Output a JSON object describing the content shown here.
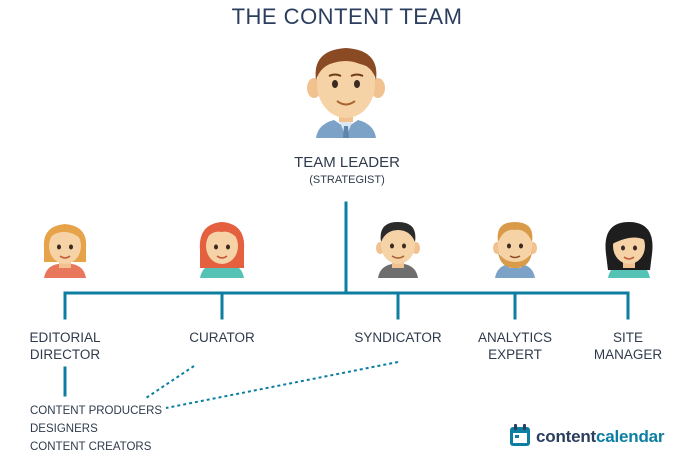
{
  "title": "THE CONTENT TEAM",
  "leader": {
    "label": "TEAM LEADER",
    "sublabel": "(STRATEGIST)"
  },
  "roles": [
    {
      "line1": "EDITORIAL",
      "line2": "DIRECTOR"
    },
    {
      "line1": "CURATOR",
      "line2": ""
    },
    {
      "line1": "SYNDICATOR",
      "line2": ""
    },
    {
      "line1": "ANALYTICS",
      "line2": "EXPERT"
    },
    {
      "line1": "SITE",
      "line2": "MANAGER"
    }
  ],
  "subroles": [
    "CONTENT PRODUCERS",
    "DESIGNERS",
    "CONTENT CREATORS"
  ],
  "logo": {
    "part1": "content",
    "part2": "calendar",
    "icon": "calendar-icon"
  },
  "colors": {
    "line": "#0c7ea2",
    "title": "#2b3e5e",
    "text": "#2f3b4c",
    "accent": "#0c7ea2"
  }
}
